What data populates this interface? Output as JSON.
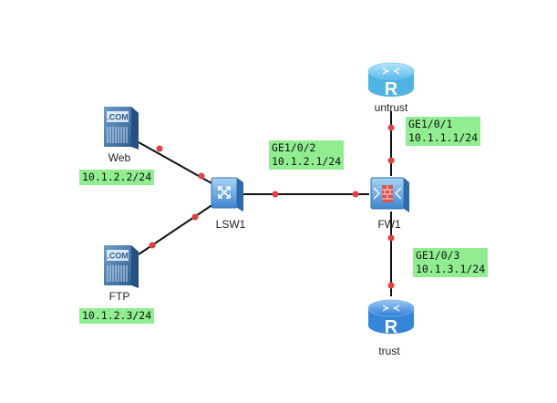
{
  "nodes": {
    "web": {
      "label": "Web",
      "icon": "web-server-icon",
      "badge": ".COM"
    },
    "ftp": {
      "label": "FTP",
      "icon": "ftp-server-icon",
      "badge": ".COM"
    },
    "lsw1": {
      "label": "LSW1",
      "icon": "switch-icon"
    },
    "fw1": {
      "label": "FW1",
      "icon": "firewall-icon"
    },
    "untrust": {
      "label": "untrust",
      "icon": "router-icon",
      "badge": "R"
    },
    "trust": {
      "label": "trust",
      "icon": "router-icon",
      "badge": "R"
    }
  },
  "annotations": {
    "web_ip": "10.1.2.2/24",
    "ftp_ip": "10.1.2.3/24",
    "fw_lsw_if": "GE1/0/2\n10.1.2.1/24",
    "fw_untrust_if": "GE1/0/1\n10.1.1.1/24",
    "fw_trust_if": "GE1/0/3\n10.1.3.1/24"
  },
  "colors": {
    "label_bg": "#90ee90",
    "port_dot": "#e04040",
    "server_blue": "#4a78a8",
    "router_cyan": "#6ec6ec",
    "router_blue": "#3d8de0"
  }
}
